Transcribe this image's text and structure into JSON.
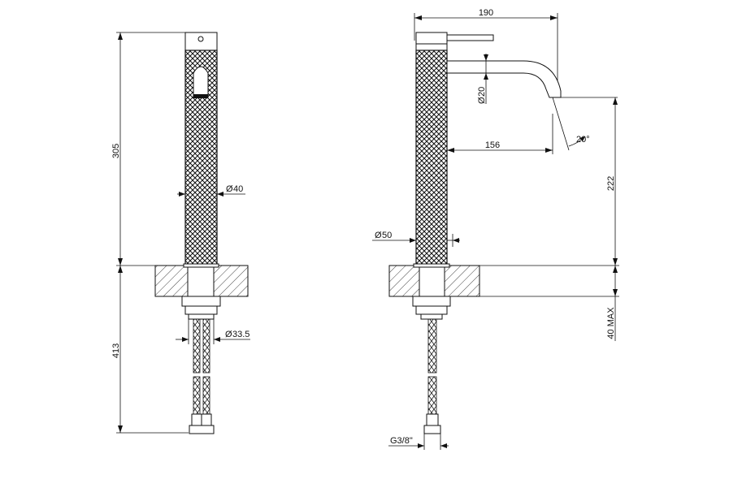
{
  "front_view": {
    "dim_height_body": "305",
    "dim_height_hose": "413",
    "dim_body_diameter": "40",
    "dim_shank_diameter": "33.5"
  },
  "side_view": {
    "dim_total_width": "190",
    "dim_spout_reach": "156",
    "dim_spout_diameter": "20",
    "dim_spout_angle": "20°",
    "dim_spout_height": "222",
    "dim_base_diameter": "50",
    "dim_max_thickness": "40 MAX",
    "dim_thread": "G3/8\""
  },
  "symbols": {
    "diameter_symbol": "Ø"
  }
}
